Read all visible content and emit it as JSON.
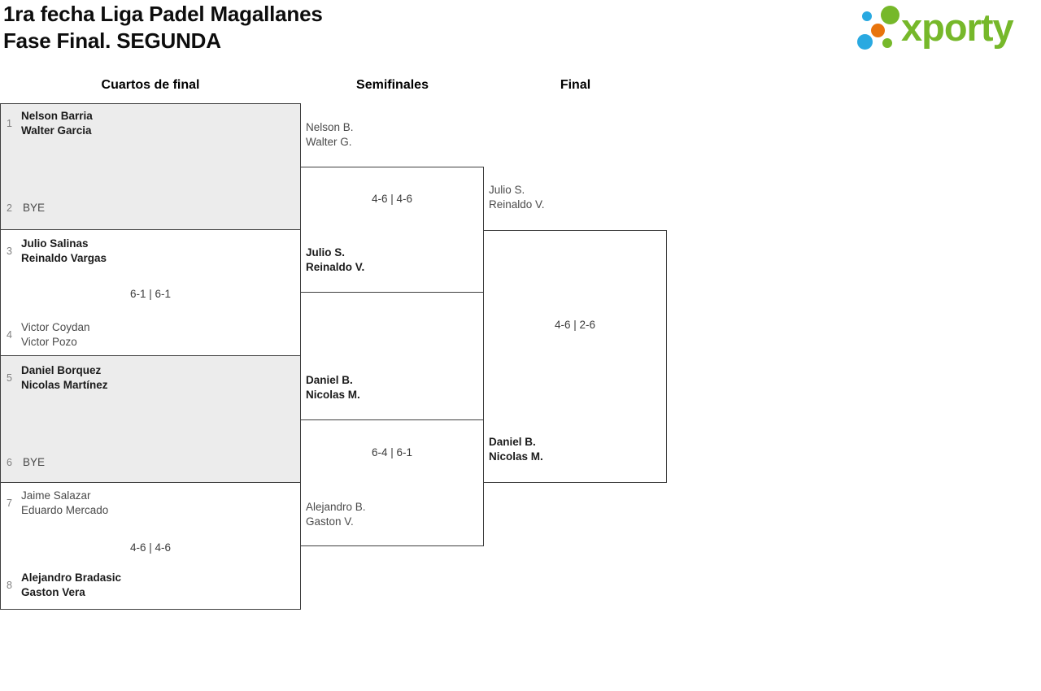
{
  "title": {
    "line1": "1ra fecha Liga Padel Magallanes",
    "line2": "Fase Final. SEGUNDA"
  },
  "brand": {
    "name": "xporty",
    "green": "#76b82a",
    "blue": "#29a9e1",
    "orange": "#e8740c"
  },
  "round_headers": {
    "quarterfinals": "Cuartos de final",
    "semifinals": "Semifinales",
    "final": "Final"
  },
  "qf": {
    "m1": {
      "seed1": "1",
      "t1a": "Nelson Barria",
      "t1b": "Walter Garcia",
      "seed2": "2",
      "bye": "BYE"
    },
    "m2": {
      "seed1": "3",
      "t1a": "Julio Salinas",
      "t1b": "Reinaldo Vargas",
      "score": "6-1 | 6-1",
      "seed2": "4",
      "t2a": "Victor Coydan",
      "t2b": "Victor Pozo"
    },
    "m3": {
      "seed1": "5",
      "t1a": "Daniel Borquez",
      "t1b": "Nicolas Martínez",
      "seed2": "6",
      "bye": "BYE"
    },
    "m4": {
      "seed1": "7",
      "t1a": "Jaime Salazar",
      "t1b": "Eduardo Mercado",
      "score": "4-6 | 4-6",
      "seed2": "8",
      "t2a": "Alejandro Bradasic",
      "t2b": "Gaston Vera"
    }
  },
  "sf": {
    "m1": {
      "t1a": "Nelson B.",
      "t1b": "Walter G.",
      "score": "4-6 | 4-6",
      "t2a": "Julio S.",
      "t2b": "Reinaldo V."
    },
    "m2": {
      "t1a": "Daniel B.",
      "t1b": "Nicolas M.",
      "score": "6-4 | 6-1",
      "t2a": "Alejandro B.",
      "t2b": "Gaston V."
    }
  },
  "final": {
    "t1a": "Julio S.",
    "t1b": "Reinaldo V.",
    "score": "4-6 | 2-6",
    "t2a": "Daniel B.",
    "t2b": "Nicolas M."
  }
}
